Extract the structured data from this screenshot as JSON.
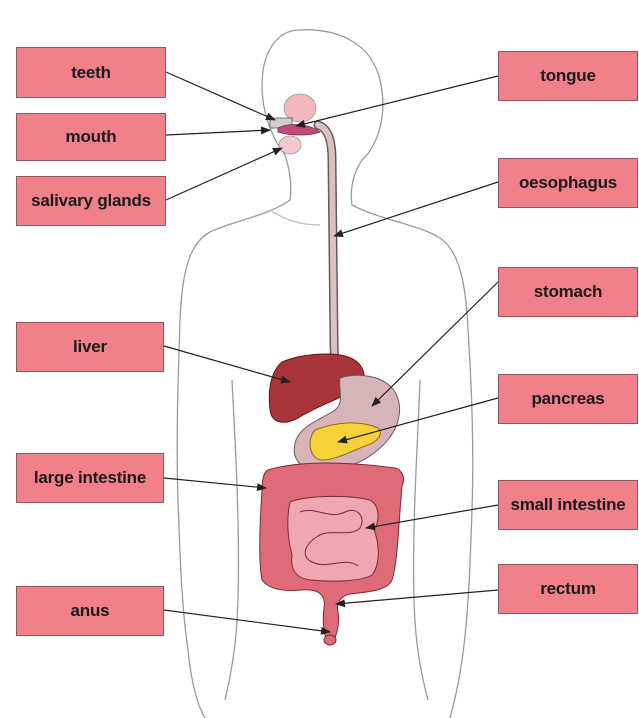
{
  "labels": {
    "teeth": "teeth",
    "mouth": "mouth",
    "salivary_glands": "salivary glands",
    "liver": "liver",
    "large_intestine": "large intestine",
    "anus": "anus",
    "tongue": "tongue",
    "oesophagus": "oesophagus",
    "stomach": "stomach",
    "pancreas": "pancreas",
    "small_intestine": "small  intestine",
    "rectum": "rectum"
  },
  "colors": {
    "label_fill": "#f1808b",
    "liver": "#a9343a",
    "stomach": "#d8b4b8",
    "pancreas": "#f5d23a",
    "large_intestine": "#e06b78",
    "small_intestine": "#f1a7b1",
    "oesophagus": "#d9c2c4"
  }
}
